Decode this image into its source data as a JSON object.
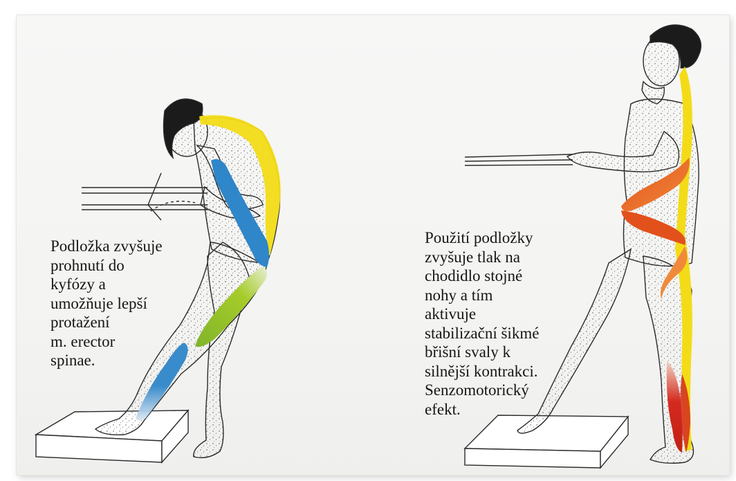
{
  "left_caption": {
    "lines": [
      "Podložka zvyšuje",
      "prohnutí do",
      "kyfózy a",
      "umožňuje lepší",
      "protažení",
      "m. erector",
      "spinae."
    ]
  },
  "right_caption": {
    "lines": [
      "Použití podložky",
      "zvyšuje tlak na",
      "chodidlo stojné",
      "nohy a tím",
      "aktivuje",
      "stabilizační šikmé",
      "břišní svaly k",
      "silnější kontrakci.",
      "Senzomotorický",
      "efekt."
    ]
  },
  "colors": {
    "yellow_muscle": "#f3dc17",
    "blue_muscle": "#2f86c9",
    "green_muscle": "#a6cc2a",
    "orange_muscle": "#e2511c",
    "red_muscle": "#d42a1e",
    "hair": "#1b1b1b"
  }
}
